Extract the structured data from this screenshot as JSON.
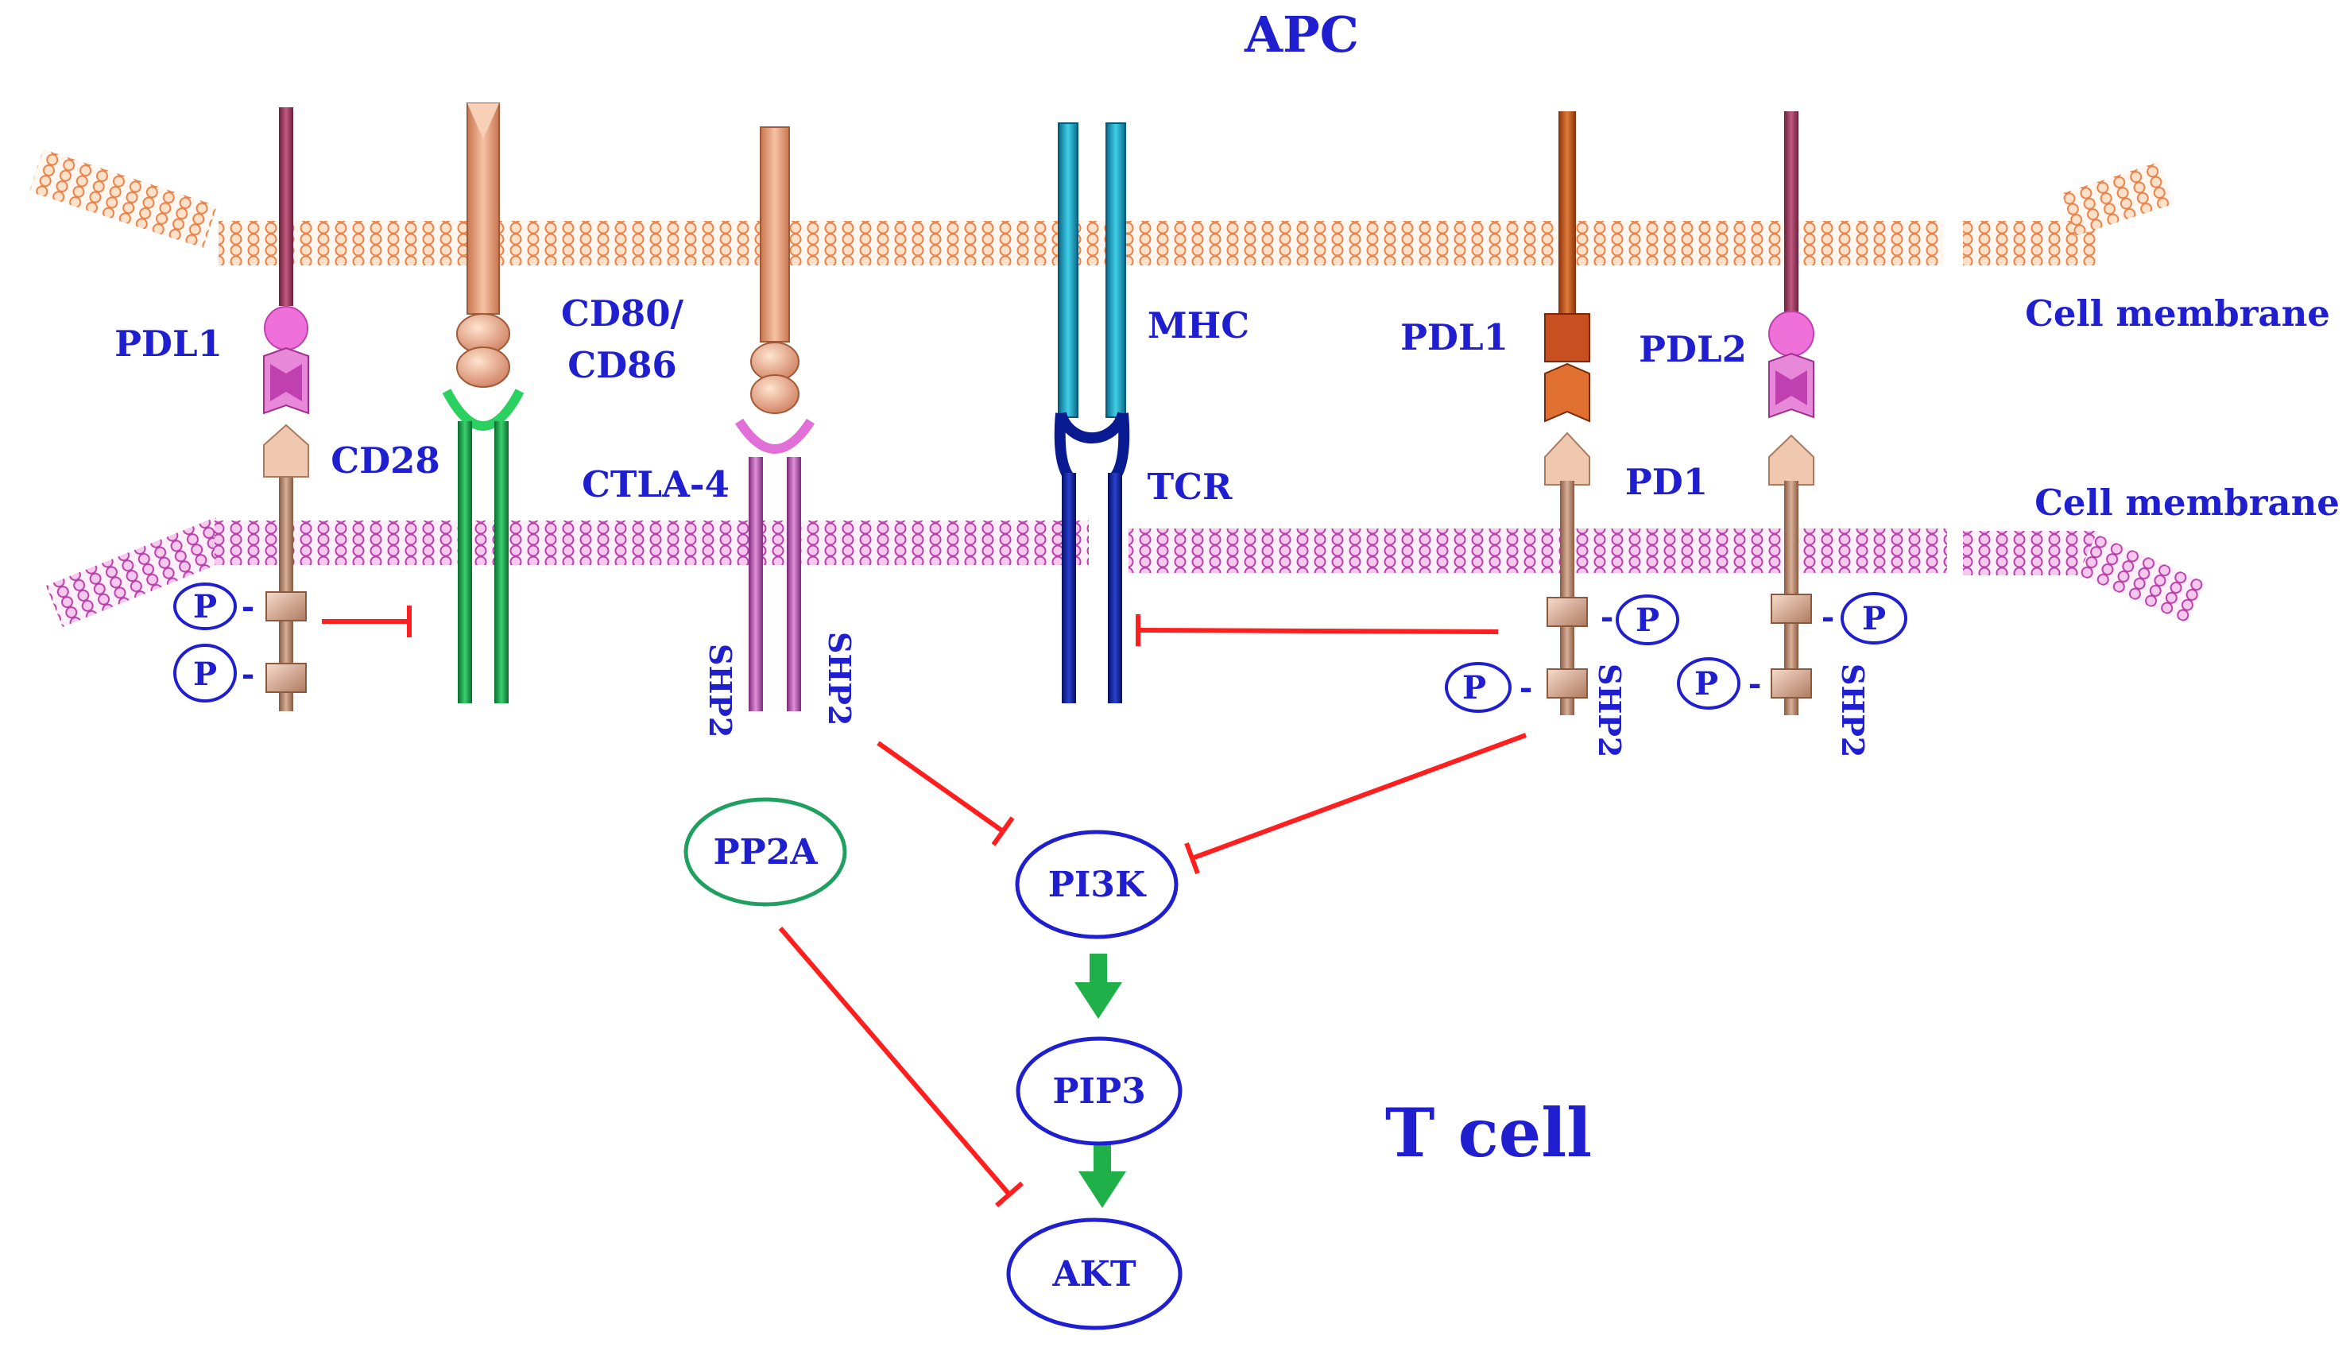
{
  "labels": {
    "apc": "APC",
    "t_cell": "T cell",
    "cell_membrane_apc": "Cell membrane",
    "cell_membrane_tcell": "Cell membrane",
    "pdl1_left": "PDL1",
    "cd28": "CD28",
    "cd80_line1": "CD80/",
    "cd80_line2": "CD86",
    "ctla4": "CTLA-4",
    "mhc": "MHC",
    "tcr": "TCR",
    "pdl1_right": "PDL1",
    "pdl2": "PDL2",
    "pd1": "PD1",
    "shp2": "SHP2",
    "p": "P",
    "p_dash": "-"
  },
  "nodes": {
    "pp2a": "PP2A",
    "pi3k": "PI3K",
    "pip3": "PIP3",
    "akt": "AKT"
  },
  "colors": {
    "label_blue": "#1f1fd0",
    "inhibit_red": "#ff1f1f",
    "activate_green": "#1fb04a",
    "apc_membrane": "#e8824a",
    "tcell_membrane": "#c04ab8",
    "pp2a_outline": "#1fa060"
  }
}
